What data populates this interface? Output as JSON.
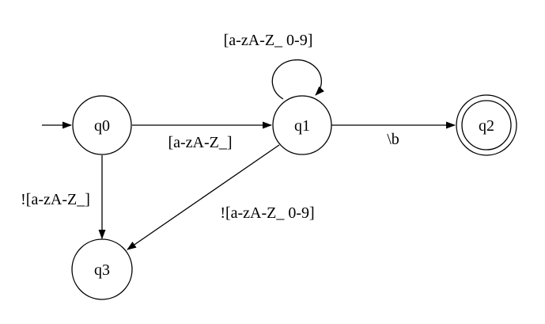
{
  "diagram": {
    "kind": "finite-state-automaton",
    "colors": {
      "stroke": "#000000",
      "text": "#000000",
      "background": "#ffffff"
    },
    "states": [
      {
        "id": "q0",
        "label": "q0",
        "accepting": false,
        "start": true
      },
      {
        "id": "q1",
        "label": "q1",
        "accepting": false,
        "start": false
      },
      {
        "id": "q2",
        "label": "q2",
        "accepting": true,
        "start": false
      },
      {
        "id": "q3",
        "label": "q3",
        "accepting": false,
        "start": false
      }
    ],
    "transitions": [
      {
        "from": "start",
        "to": "q0",
        "label": ""
      },
      {
        "from": "q0",
        "to": "q1",
        "label": "[a-zA-Z_]"
      },
      {
        "from": "q1",
        "to": "q1",
        "label": "[a-zA-Z_ 0-9]"
      },
      {
        "from": "q1",
        "to": "q2",
        "label": "\\b"
      },
      {
        "from": "q0",
        "to": "q3",
        "label": "![a-zA-Z_]"
      },
      {
        "from": "q1",
        "to": "q3",
        "label": "![a-zA-Z_ 0-9]"
      }
    ]
  }
}
